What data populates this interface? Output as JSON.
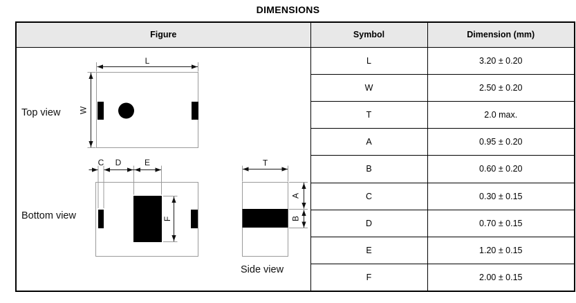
{
  "title": "DIMENSIONS",
  "table": {
    "headers": {
      "figure": "Figure",
      "symbol": "Symbol",
      "dimension": "Dimension (mm)"
    },
    "rows": [
      {
        "symbol": "L",
        "dimension": "3.20 ± 0.20"
      },
      {
        "symbol": "W",
        "dimension": "2.50 ± 0.20"
      },
      {
        "symbol": "T",
        "dimension": "2.0 max."
      },
      {
        "symbol": "A",
        "dimension": "0.95 ± 0.20"
      },
      {
        "symbol": "B",
        "dimension": "0.60 ± 0.20"
      },
      {
        "symbol": "C",
        "dimension": "0.30 ± 0.15"
      },
      {
        "symbol": "D",
        "dimension": "0.70 ± 0.15"
      },
      {
        "symbol": "E",
        "dimension": "1.20 ± 0.15"
      },
      {
        "symbol": "F",
        "dimension": "2.00 ± 0.15"
      }
    ]
  },
  "figure": {
    "views": {
      "top": "Top view",
      "bottom": "Bottom view",
      "side": "Side view"
    },
    "dim_labels": {
      "L": "L",
      "W": "W",
      "C": "C",
      "D": "D",
      "E": "E",
      "F": "F",
      "T": "T",
      "A": "A",
      "B": "B"
    },
    "colors": {
      "header_bg": "#e8e8e8",
      "table_border": "#000000",
      "body_outline": "#9a9a9a",
      "terminal_fill": "#000000",
      "dimension_line": "#1a1a1a"
    }
  }
}
